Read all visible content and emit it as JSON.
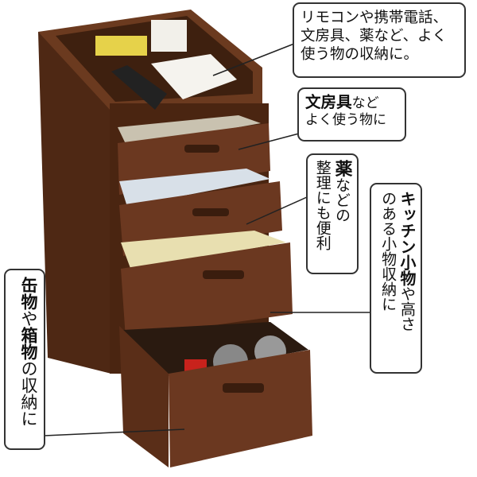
{
  "callouts": {
    "top": {
      "text": "リモコンや携帯電話、文房具、薬など、よく使う物の収納に。"
    },
    "drawer1": {
      "bold": "文房具",
      "text1": "など",
      "text2": "よく使う物に"
    },
    "drawer2": {
      "bold": "薬",
      "text1": "などの",
      "text2": "整理にも便利"
    },
    "drawer3": {
      "bold": "キッチン小物",
      "text1": "や高さ",
      "text2": "のある小物収納に"
    },
    "drawer4": {
      "bold1": "缶物",
      "text1": "や",
      "bold2": "箱物",
      "text2": "の収納に"
    }
  },
  "colors": {
    "wood": "#5a2e18",
    "wood_light": "#7a4526",
    "wood_dark": "#3a1d0e"
  }
}
